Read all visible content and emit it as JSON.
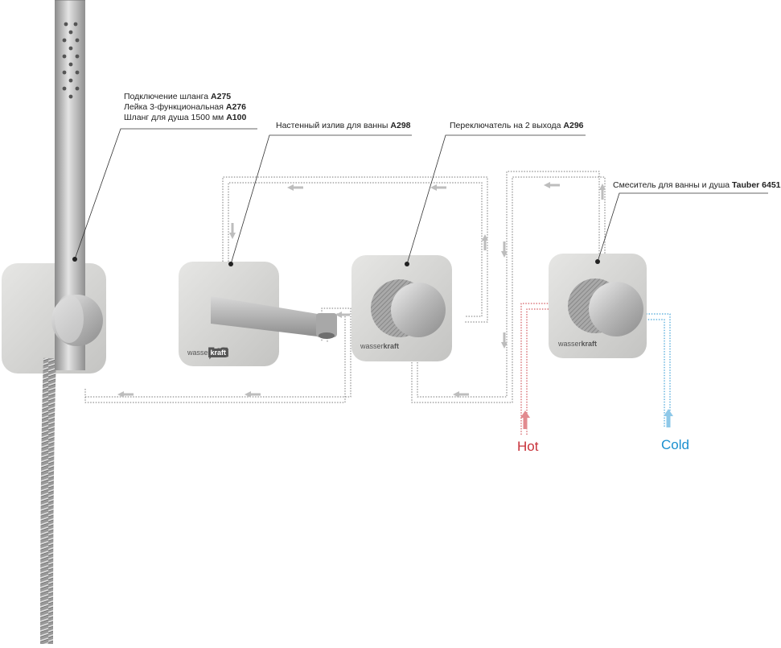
{
  "labels": {
    "hose": [
      {
        "text": "Подключение шланга ",
        "code": "A275"
      },
      {
        "text": "Лейка 3-функциональная ",
        "code": "A276"
      },
      {
        "text": "Шланг для душа 1500 мм ",
        "code": "A100"
      }
    ],
    "spout": {
      "text": "Настенный излив для ванны ",
      "code": "A298"
    },
    "diverter": {
      "text": "Переключатель на 2 выхода ",
      "code": "A296"
    },
    "mixer": {
      "text": "Смеситель для ванны и душа ",
      "code": "Tauber 6451"
    }
  },
  "inlets": {
    "hot": "Hot",
    "cold": "Cold"
  },
  "brand": {
    "left": "wasser",
    "right": "kraft"
  },
  "colors": {
    "hot": "#c8323a",
    "cold": "#1a8fcf",
    "metal": "#b9b9b9",
    "plate": "#d3d3d1"
  }
}
